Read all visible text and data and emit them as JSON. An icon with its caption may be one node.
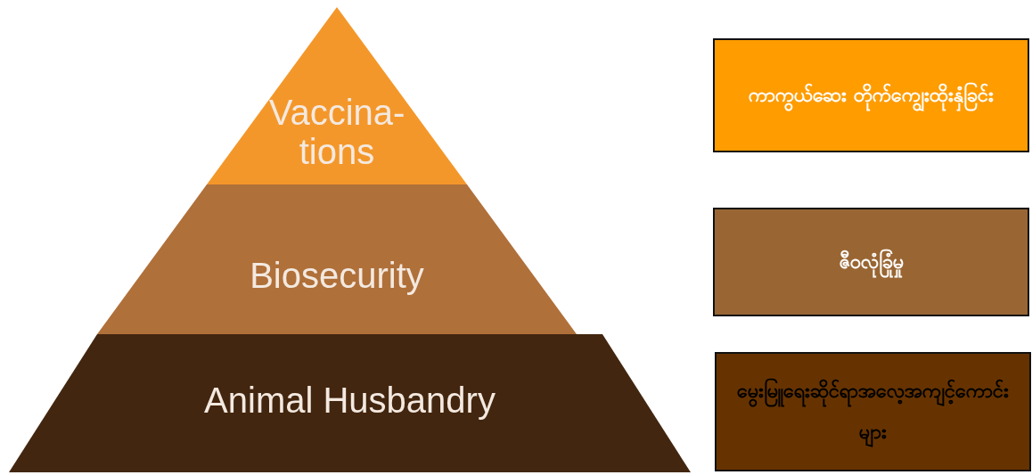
{
  "diagram": {
    "nodes": [
      {
        "text": [
          "Vaccina-tions"
        ]
      },
      {
        "text": [
          "Biosecurity"
        ]
      },
      {
        "text": [
          "Animal Husbandry"
        ]
      },
      {
        "text": [
          "ကာကွယ်ဆေး တိုက်ကျွေးထိုးနှံခြင်း"
        ]
      },
      {
        "text": [
          "ဇီဝလုံခြုံမှု"
        ]
      },
      {
        "text": [
          "မွေးမြူရေးဆိုင်ရာအလေ့အကျင့်ကောင်းများ"
        ]
      }
    ]
  }
}
